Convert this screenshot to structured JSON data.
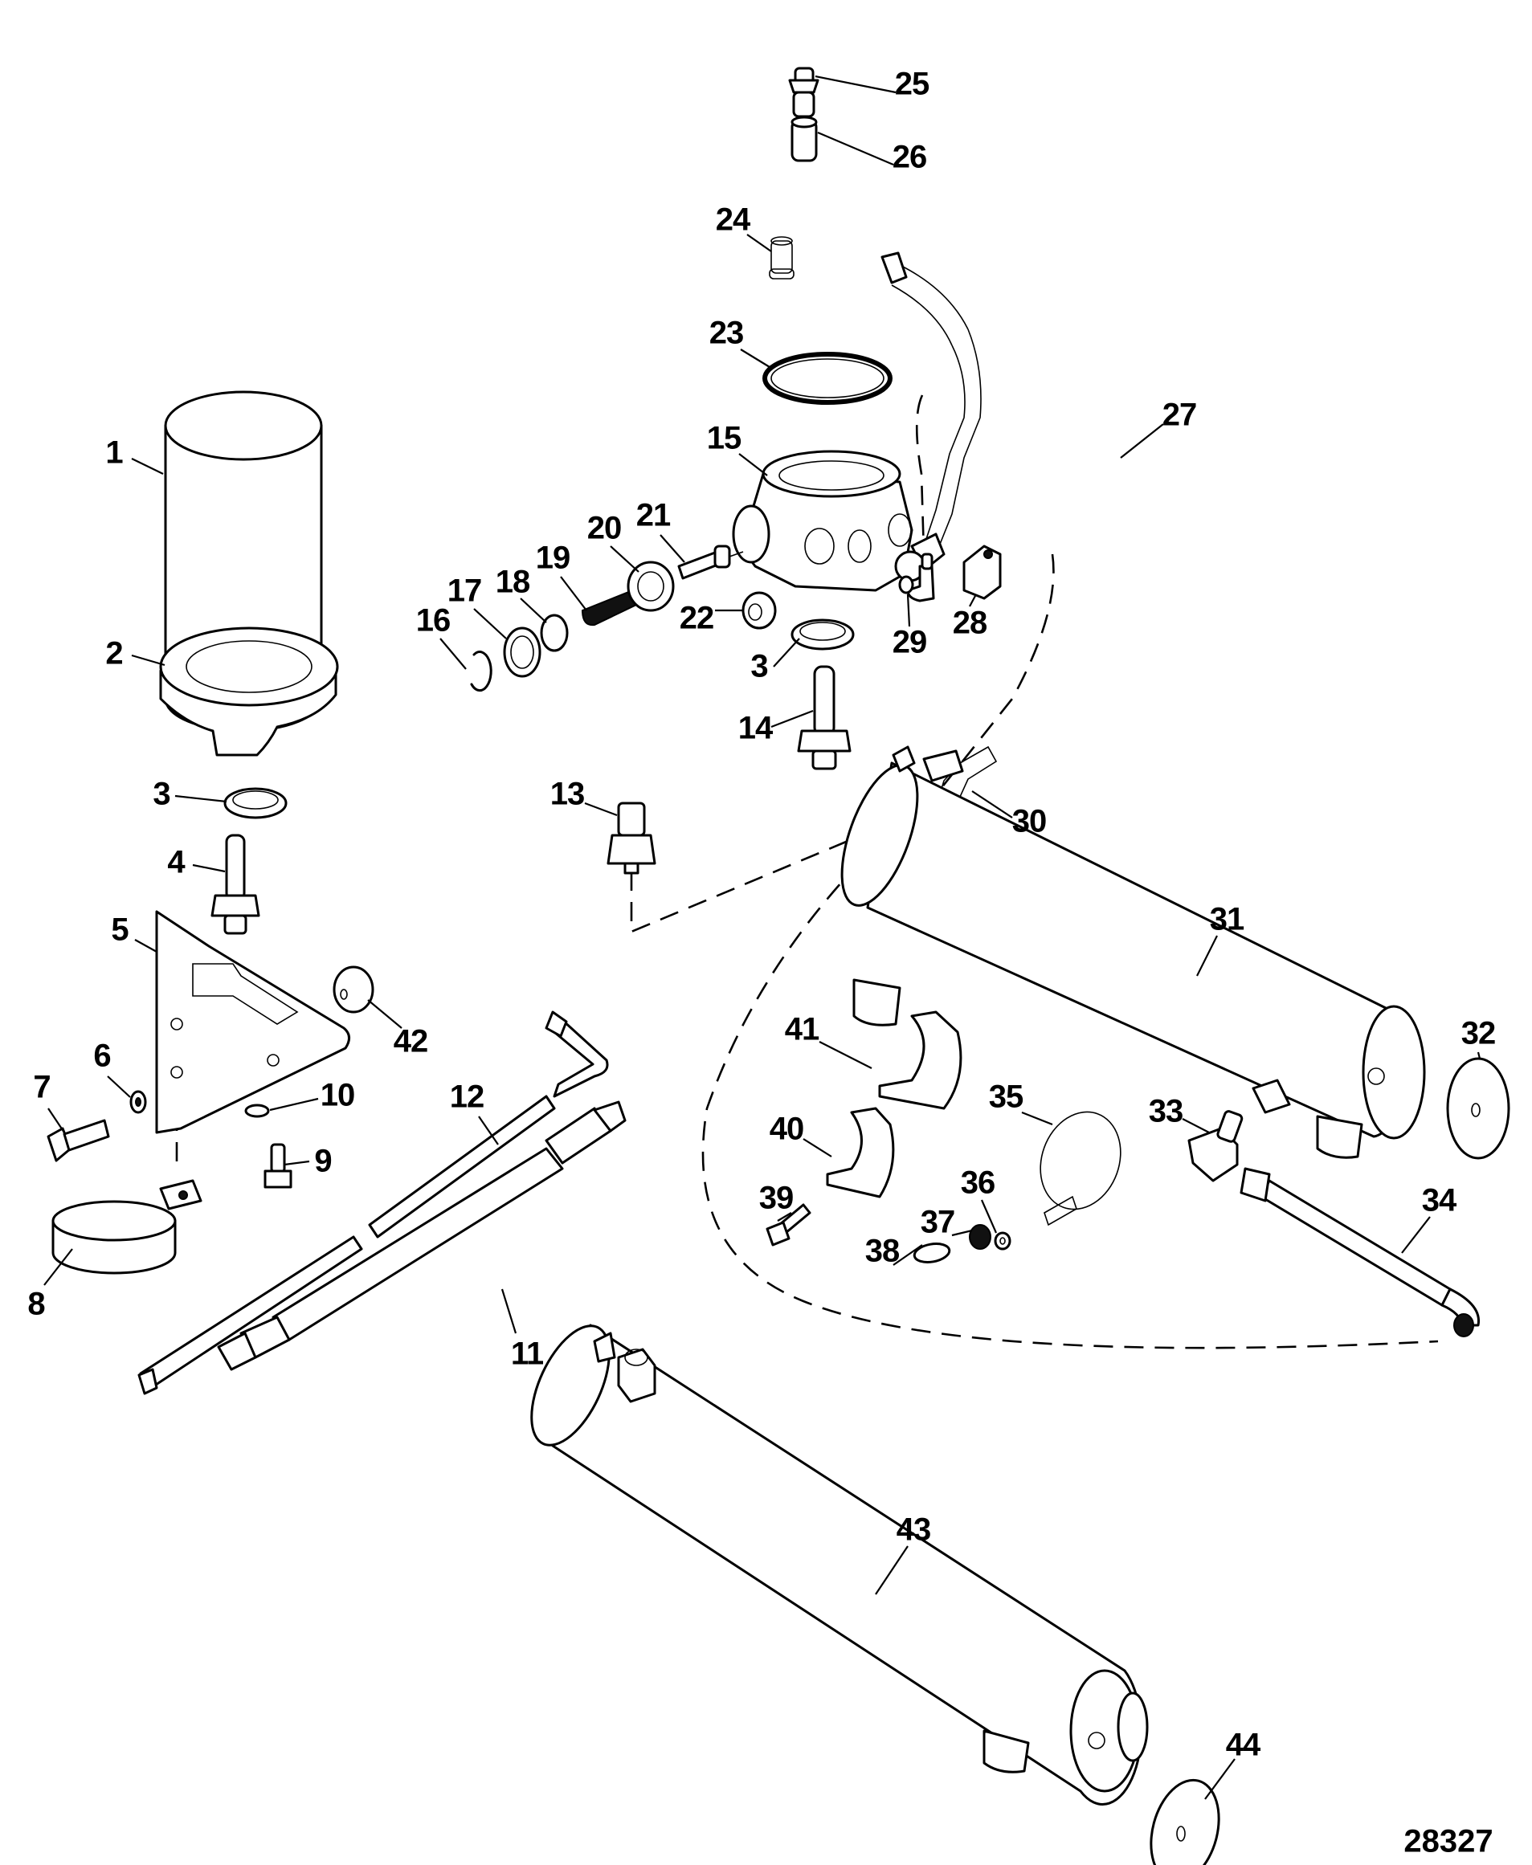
{
  "diagram": {
    "title": "Exploded parts diagram - fuel filter / cooler assembly",
    "figure_number": "28327",
    "callouts": [
      {
        "id": "c1",
        "label": "1",
        "part": "filter-element"
      },
      {
        "id": "c2",
        "label": "2",
        "part": "filter-base"
      },
      {
        "id": "c3a",
        "label": "3",
        "part": "seal-ring"
      },
      {
        "id": "c4",
        "label": "4",
        "part": "hose-fitting"
      },
      {
        "id": "c5",
        "label": "5",
        "part": "mounting-bracket"
      },
      {
        "id": "c6",
        "label": "6",
        "part": "washer"
      },
      {
        "id": "c7",
        "label": "7",
        "part": "bolt"
      },
      {
        "id": "c8",
        "label": "8",
        "part": "clamp-band"
      },
      {
        "id": "c9",
        "label": "9",
        "part": "screw"
      },
      {
        "id": "c10",
        "label": "10",
        "part": "washer"
      },
      {
        "id": "c11",
        "label": "11",
        "part": "hose-assembly"
      },
      {
        "id": "c12",
        "label": "12",
        "part": "hose-line"
      },
      {
        "id": "c13",
        "label": "13",
        "part": "sensor"
      },
      {
        "id": "c14",
        "label": "14",
        "part": "hose-fitting"
      },
      {
        "id": "c15",
        "label": "15",
        "part": "filter-housing"
      },
      {
        "id": "c16",
        "label": "16",
        "part": "retaining-ring"
      },
      {
        "id": "c17",
        "label": "17",
        "part": "plug"
      },
      {
        "id": "c18",
        "label": "18",
        "part": "o-ring"
      },
      {
        "id": "c19",
        "label": "19",
        "part": "spring"
      },
      {
        "id": "c20",
        "label": "20",
        "part": "seal"
      },
      {
        "id": "c21",
        "label": "21",
        "part": "valve"
      },
      {
        "id": "c22",
        "label": "22",
        "part": "plug"
      },
      {
        "id": "c23",
        "label": "23",
        "part": "o-ring"
      },
      {
        "id": "c24",
        "label": "24",
        "part": "screen"
      },
      {
        "id": "c25",
        "label": "25",
        "part": "fitting"
      },
      {
        "id": "c26",
        "label": "26",
        "part": "sleeve"
      },
      {
        "id": "c27",
        "label": "27",
        "part": "hose"
      },
      {
        "id": "c28",
        "label": "28",
        "part": "elbow-block"
      },
      {
        "id": "c29",
        "label": "29",
        "part": "elbow-fitting"
      },
      {
        "id": "c3b",
        "label": "3",
        "part": "seal-ring"
      },
      {
        "id": "c30",
        "label": "30",
        "part": "elbow-hose-barb"
      },
      {
        "id": "c31",
        "label": "31",
        "part": "cooler"
      },
      {
        "id": "c32",
        "label": "32",
        "part": "end-gasket"
      },
      {
        "id": "c33",
        "label": "33",
        "part": "elbow-fitting"
      },
      {
        "id": "c34",
        "label": "34",
        "part": "hose-assembly"
      },
      {
        "id": "c35",
        "label": "35",
        "part": "clamp"
      },
      {
        "id": "c36",
        "label": "36",
        "part": "washer"
      },
      {
        "id": "c37",
        "label": "37",
        "part": "nut"
      },
      {
        "id": "c38",
        "label": "38",
        "part": "clip"
      },
      {
        "id": "c39",
        "label": "39",
        "part": "screw"
      },
      {
        "id": "c40",
        "label": "40",
        "part": "bracket-strap"
      },
      {
        "id": "c41",
        "label": "41",
        "part": "bracket-strap"
      },
      {
        "id": "c42",
        "label": "42",
        "part": "spacer"
      },
      {
        "id": "c43",
        "label": "43",
        "part": "cooler"
      },
      {
        "id": "c44",
        "label": "44",
        "part": "end-gasket"
      }
    ]
  }
}
